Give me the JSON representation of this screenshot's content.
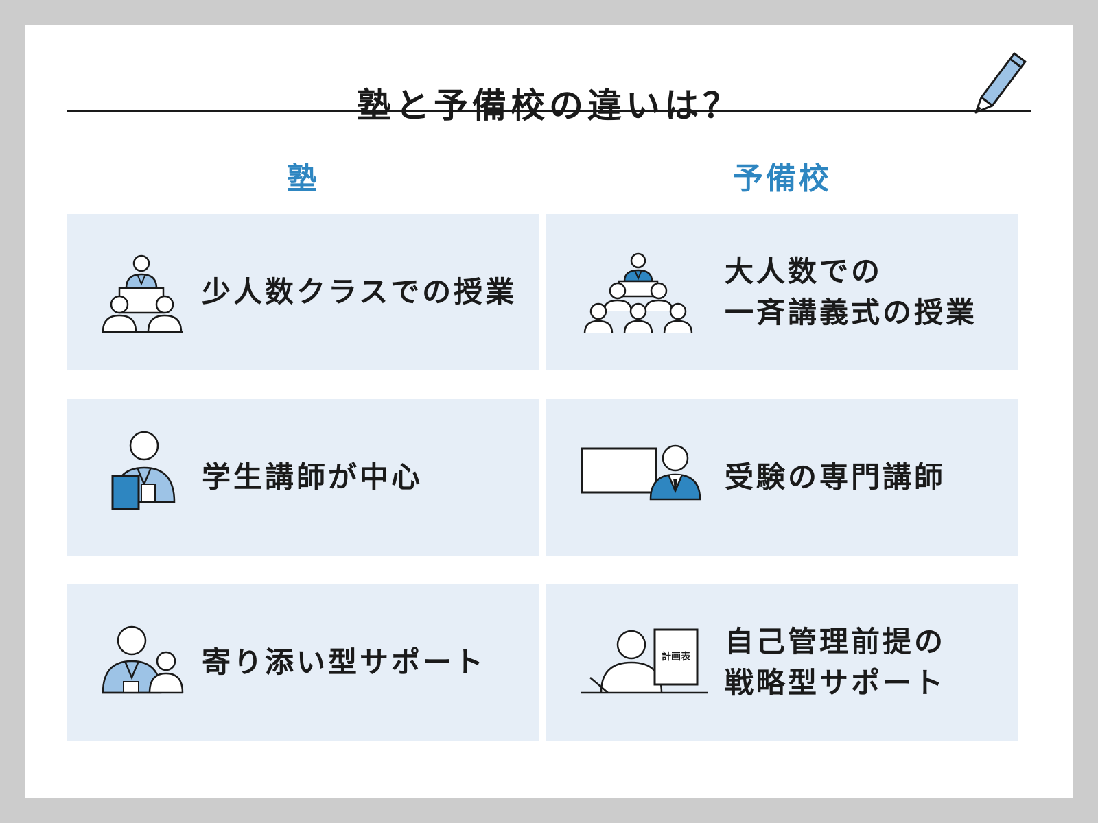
{
  "title": "塾と予備校の違いは？",
  "colors": {
    "accent": "#2e86c1",
    "light_accent": "#9dc3e6",
    "card_bg": "#e6eef7"
  },
  "columns": [
    {
      "heading": "塾",
      "cards": [
        {
          "lines": [
            "少人数クラスでの授業"
          ],
          "icon": "small-class-icon"
        },
        {
          "lines": [
            "学生講師が中心"
          ],
          "icon": "student-teacher-icon"
        },
        {
          "lines": [
            "寄り添い型サポート"
          ],
          "icon": "close-support-icon"
        }
      ]
    },
    {
      "heading": "予備校",
      "cards": [
        {
          "lines": [
            "大人数での",
            "一斉講義式の授業"
          ],
          "icon": "large-class-icon"
        },
        {
          "lines": [
            "受験の専門講師"
          ],
          "icon": "professional-teacher-icon"
        },
        {
          "lines": [
            "自己管理前提の",
            "戦略型サポート"
          ],
          "icon": "study-plan-icon",
          "icon_label": "計画表"
        }
      ]
    }
  ]
}
